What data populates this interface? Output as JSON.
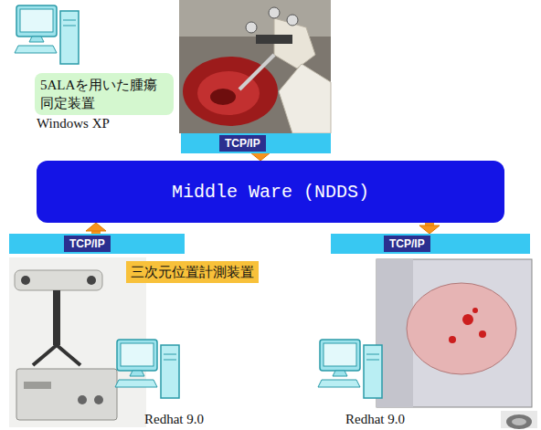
{
  "diagram": {
    "nodes": [
      {
        "text": [
          "5ALAを用いた腫瘍同定装置"
        ]
      },
      {
        "text": [
          "TCP/IP"
        ]
      },
      {
        "text": [
          "Middle Ware (NDDS)"
        ]
      },
      {
        "text": [
          "TCP/IP"
        ]
      },
      {
        "text": [
          "三次元位置計測装置"
        ]
      },
      {
        "text": [
          "TCP/IP"
        ]
      }
    ],
    "edges": [
      {
        "from": 1,
        "to": 2,
        "arrow": "to"
      },
      {
        "from": 3,
        "to": 2,
        "arrow": "to"
      },
      {
        "from": 2,
        "to": 5,
        "arrow": "to"
      }
    ],
    "labels": [
      "Windows XP",
      "Redhat 9.0",
      "Redhat 9.0"
    ]
  }
}
